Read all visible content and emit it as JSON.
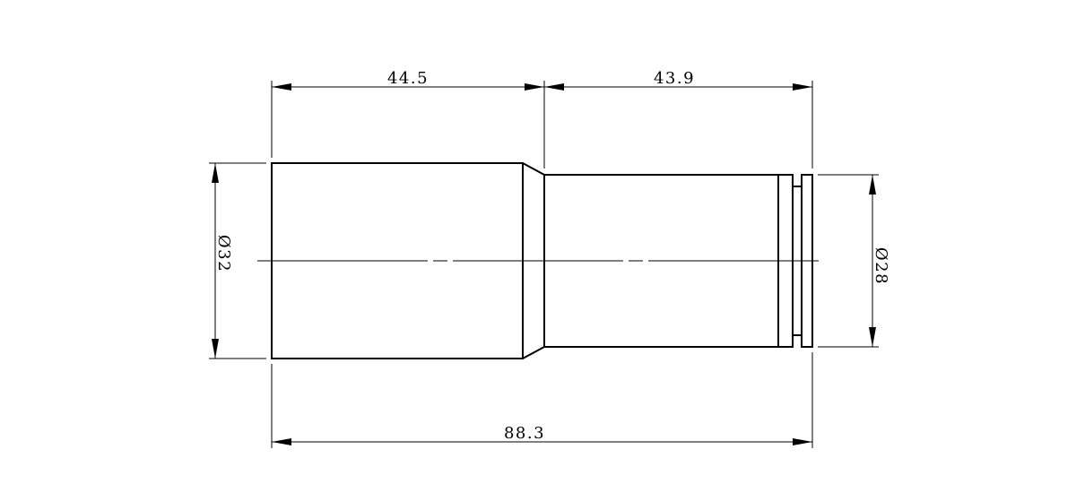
{
  "dimensions": {
    "length_large_section": "44.5",
    "length_small_section": "43.9",
    "overall_length": "88.3",
    "diameter_large": "Ø32",
    "diameter_small": "Ø28"
  }
}
